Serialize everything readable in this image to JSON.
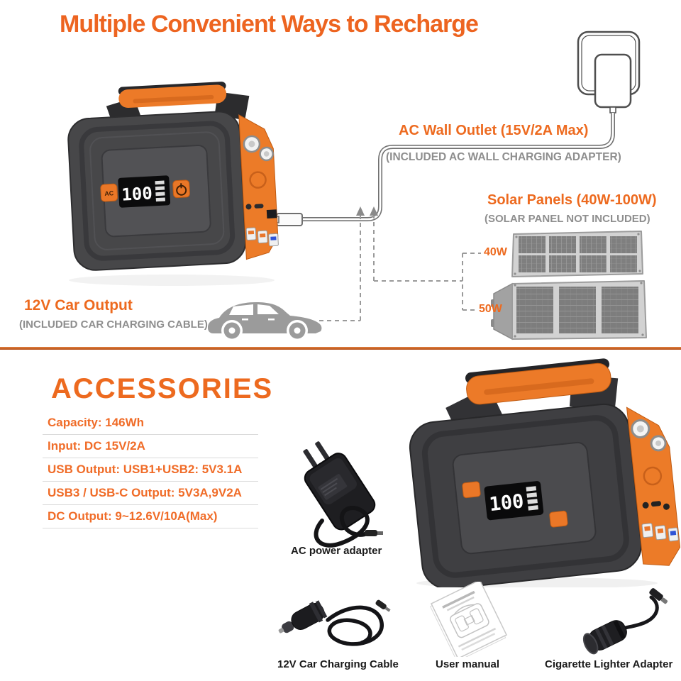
{
  "header": {
    "title": "Multiple Convenient Ways to Recharge"
  },
  "recharge": {
    "ac": {
      "label": "AC Wall Outlet (15V/2A Max)",
      "sub": "(INCLUDED AC WALL CHARGING ADAPTER)"
    },
    "solar": {
      "label": "Solar Panels (40W-100W)",
      "sub": "(SOLAR PANEL NOT INCLUDED)",
      "w40": "40W",
      "w50": "50W"
    },
    "car": {
      "label": "12V Car Output",
      "sub": "(INCLUDED CAR CHARGING CABLE)"
    }
  },
  "device": {
    "battery_percent": "100",
    "ac_label": "AC"
  },
  "accessories": {
    "title": "ACCESSORIES",
    "specs": [
      "Capacity: 146Wh",
      "Input: DC 15V/2A",
      "USB Output: USB1+USB2: 5V3.1A",
      "USB3 / USB-C Output: 5V3A,9V2A",
      "DC Output:  9~12.6V/10A(Max)"
    ],
    "captions": {
      "ac_adapter": "AC power adapter",
      "car_cable": "12V Car Charging Cable",
      "manual": "User manual",
      "lighter": "Cigarette Lighter Adapter"
    }
  },
  "colors": {
    "accent_orange": "#ed6a1f",
    "product_orange": "#ec7a28",
    "gray_text": "#8e8e8e",
    "connector_gray": "#9a9a9a",
    "caption_black": "#1b1b1b",
    "divider_orange": "#c75e1f",
    "usb_qc_blue": "#2f53d6"
  }
}
